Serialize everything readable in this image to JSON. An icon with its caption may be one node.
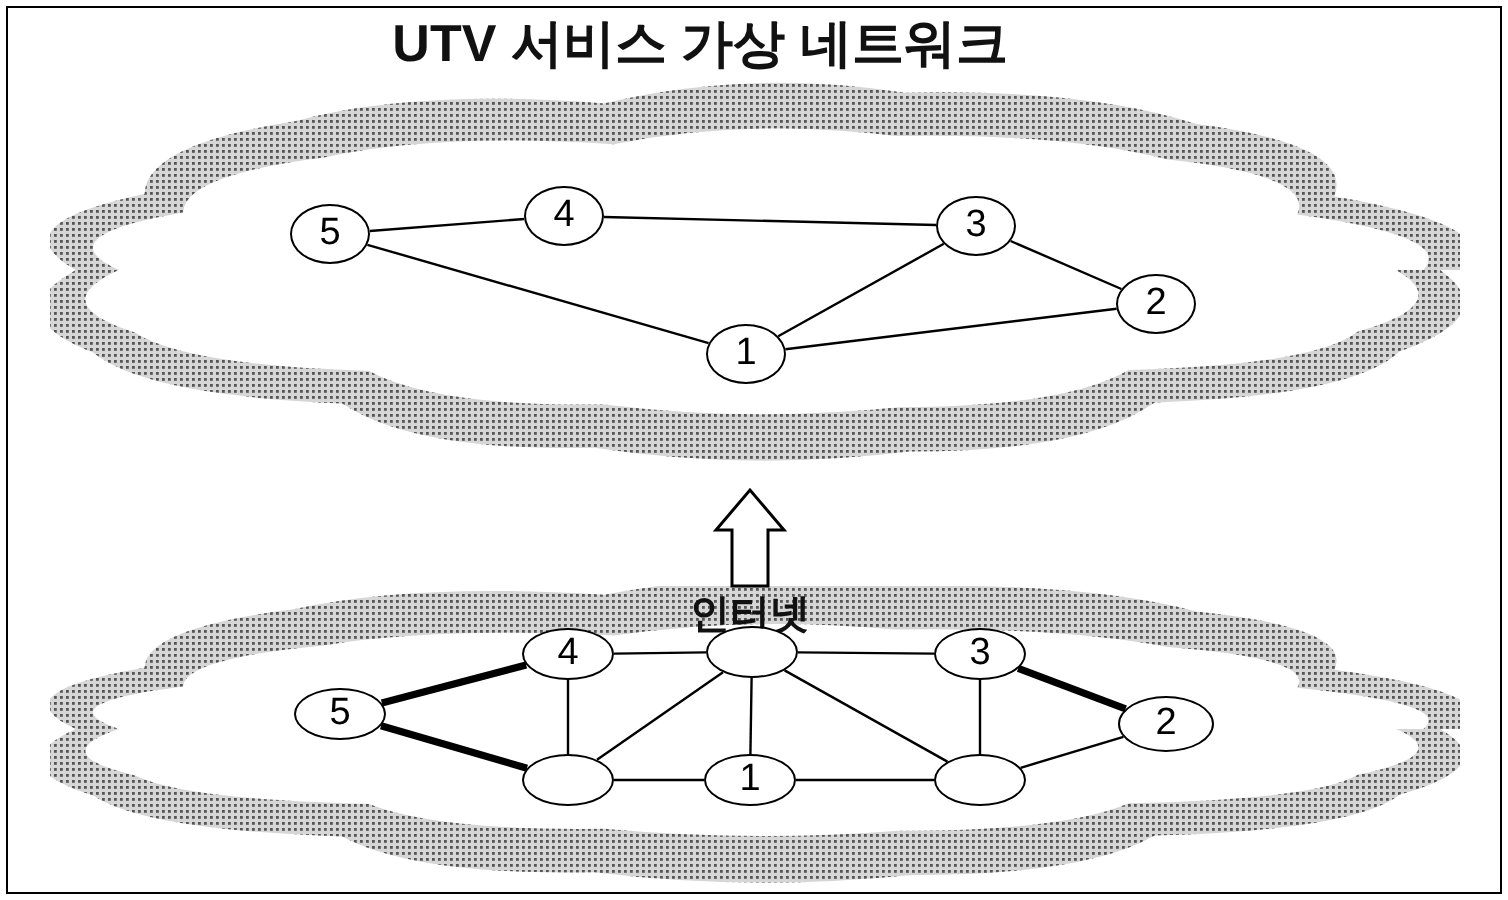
{
  "diagram": {
    "nodes": [
      {
        "text": [
          "UTV 서비스 가상 네트워크"
        ]
      },
      {
        "text": [
          "5"
        ],
        "in": 0
      },
      {
        "text": [
          "4"
        ],
        "in": 0
      },
      {
        "text": [
          "3"
        ],
        "in": 0
      },
      {
        "text": [
          "2"
        ],
        "in": 0
      },
      {
        "text": [
          "1"
        ],
        "in": 0
      },
      {
        "text": [
          "인터넷"
        ]
      },
      {
        "text": [
          "5"
        ],
        "in": 6
      },
      {
        "text": [
          "4"
        ],
        "in": 6
      },
      {
        "text": [],
        "shape": "circle",
        "in": 6
      },
      {
        "text": [
          "3"
        ],
        "in": 6
      },
      {
        "text": [
          "2"
        ],
        "in": 6
      },
      {
        "text": [],
        "shape": "circle",
        "in": 6
      },
      {
        "text": [
          "1"
        ],
        "in": 6
      },
      {
        "text": [],
        "shape": "circle",
        "in": 6
      }
    ],
    "edges": [
      {
        "from": 1,
        "to": 2,
        "arrow": "none"
      },
      {
        "from": 2,
        "to": 3,
        "arrow": "none"
      },
      {
        "from": 1,
        "to": 5,
        "arrow": "none"
      },
      {
        "from": 3,
        "to": 5,
        "arrow": "none"
      },
      {
        "from": 5,
        "to": 4,
        "arrow": "none"
      },
      {
        "from": 3,
        "to": 4,
        "arrow": "none"
      },
      {
        "from": 7,
        "to": 8,
        "arrow": "none",
        "style": "thick"
      },
      {
        "from": 7,
        "to": 12,
        "arrow": "none",
        "style": "thick"
      },
      {
        "from": 8,
        "to": 12,
        "arrow": "none"
      },
      {
        "from": 8,
        "to": 9,
        "arrow": "none"
      },
      {
        "from": 9,
        "to": 10,
        "arrow": "none"
      },
      {
        "from": 9,
        "to": 12,
        "arrow": "none"
      },
      {
        "from": 9,
        "to": 13,
        "arrow": "none"
      },
      {
        "from": 9,
        "to": 14,
        "arrow": "none"
      },
      {
        "from": 12,
        "to": 13,
        "arrow": "none"
      },
      {
        "from": 13,
        "to": 14,
        "arrow": "none"
      },
      {
        "from": 10,
        "to": 14,
        "arrow": "none"
      },
      {
        "from": 10,
        "to": 11,
        "arrow": "none",
        "style": "thick"
      },
      {
        "from": 14,
        "to": 11,
        "arrow": "none"
      },
      {
        "from": 6,
        "to": 0,
        "arrow": "to"
      }
    ]
  }
}
